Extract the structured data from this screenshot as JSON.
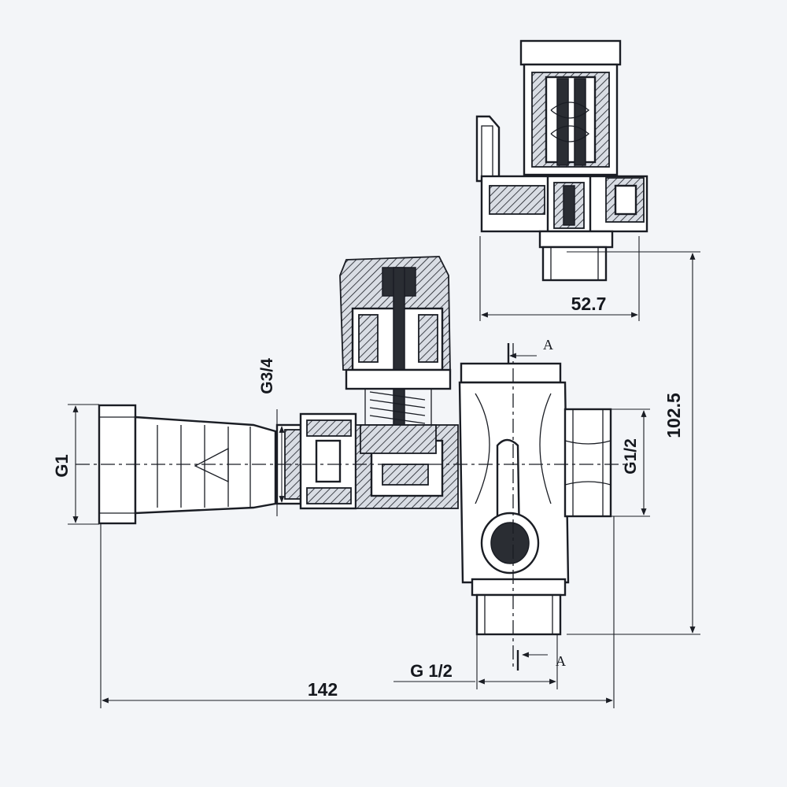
{
  "drawing": {
    "dimensions": {
      "top_view_width": "52.7",
      "total_height": "102.5",
      "total_length": "142",
      "left_connection": "G1",
      "inlet_thread": "G3/4",
      "right_connection": "G1/2",
      "bottom_connection": "G 1/2"
    },
    "section_marks": {
      "top": "A",
      "bottom": "A"
    }
  },
  "colors": {
    "paper": "#f3f5f8",
    "ink": "#1a1d24"
  }
}
